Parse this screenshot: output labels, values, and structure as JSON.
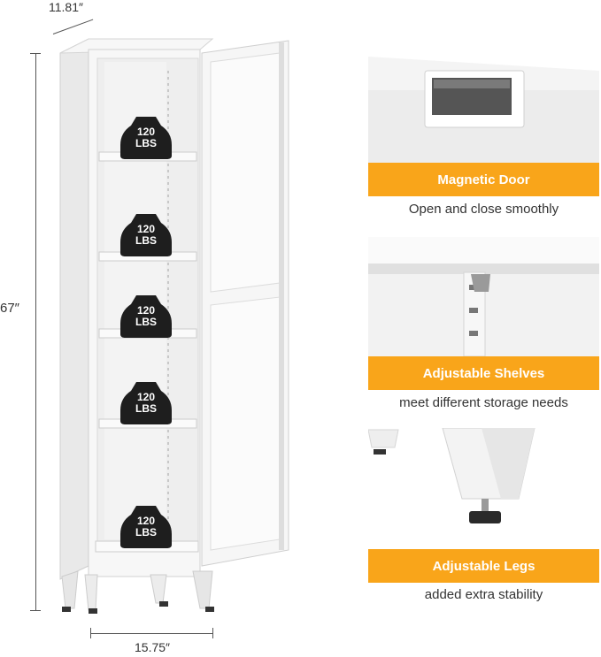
{
  "dimensions": {
    "depth": "11.81″",
    "height": "67″",
    "width": "15.75″"
  },
  "weights": [
    {
      "value": "120",
      "unit": "LBS"
    },
    {
      "value": "120",
      "unit": "LBS"
    },
    {
      "value": "120",
      "unit": "LBS"
    },
    {
      "value": "120",
      "unit": "LBS"
    },
    {
      "value": "120",
      "unit": "LBS"
    }
  ],
  "features": [
    {
      "title": "Magnetic Door",
      "subtitle": "Open and close smoothly"
    },
    {
      "title": "Adjustable Shelves",
      "subtitle": "meet different storage needs"
    },
    {
      "title": "Adjustable Legs",
      "subtitle": "added extra stability"
    }
  ],
  "colors": {
    "accent": "#f9a51a",
    "weight_badge": "#1e1e1e",
    "cabinet": "#f4f4f4"
  }
}
